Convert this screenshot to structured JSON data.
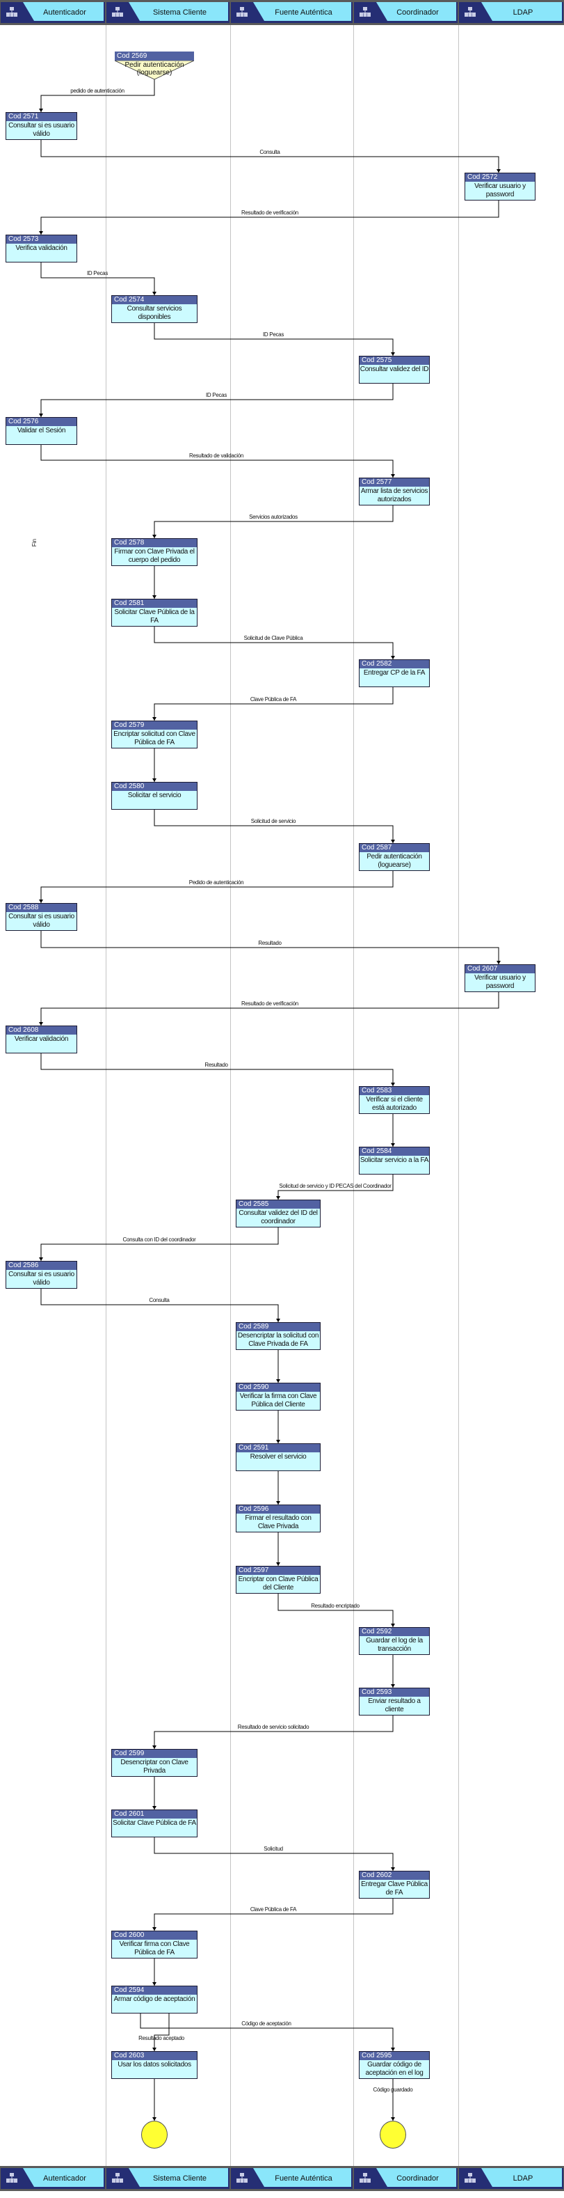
{
  "lanes": [
    "Autenticador",
    "Sistema Cliente",
    "Fuente Auténtica",
    "Coordinador",
    "LDAP"
  ],
  "colors": {
    "lane_dark": "#252e74",
    "lane_light": "#8ae6fa",
    "node_header": "#5262a2",
    "node_body": "#ccfbff",
    "start_fill": "#fafac8",
    "end_fill": "#ffff33"
  },
  "stray_label": "Fin",
  "nodes": [
    {
      "code": "Cod 2569",
      "text": "Pedir autenticación (loguearse)",
      "type": "start"
    },
    {
      "code": "Cod 2571",
      "text": "Consultar si es usuario válido"
    },
    {
      "code": "Cod 2572",
      "text": "Verificar usuario y password"
    },
    {
      "code": "Cod 2573",
      "text": "Verifica validación"
    },
    {
      "code": "Cod 2574",
      "text": "Consultar servicios disponibles"
    },
    {
      "code": "Cod 2575",
      "text": "Consultar validez del ID"
    },
    {
      "code": "Cod 2576",
      "text": "Validar el Sesión"
    },
    {
      "code": "Cod 2577",
      "text": "Armar lista de servicios autorizados"
    },
    {
      "code": "Cod 2578",
      "text": "Firmar con Clave Privada el cuerpo del pedido"
    },
    {
      "code": "Cod 2581",
      "text": "Solicitar Clave Pública de la FA"
    },
    {
      "code": "Cod 2582",
      "text": "Entregar CP de la FA"
    },
    {
      "code": "Cod 2579",
      "text": "Encriptar solicitud con Clave Pública de FA"
    },
    {
      "code": "Cod 2580",
      "text": "Solicitar el servicio"
    },
    {
      "code": "Cod 2587",
      "text": "Pedir autenticación (loguearse)"
    },
    {
      "code": "Cod 2588",
      "text": "Consultar si es usuario válido"
    },
    {
      "code": "Cod 2607",
      "text": "Verificar usuario y password"
    },
    {
      "code": "Cod 2608",
      "text": "Verificar validación"
    },
    {
      "code": "Cod 2583",
      "text": "Verificar si el cliente está autorizado"
    },
    {
      "code": "Cod 2584",
      "text": "Solicitar servicio a la FA"
    },
    {
      "code": "Cod 2585",
      "text": "Consultar validez del ID del coordinador"
    },
    {
      "code": "Cod 2586",
      "text": "Consultar si es usuario válido"
    },
    {
      "code": "Cod 2589",
      "text": "Desencriptar la solicitud con Clave Privada de FA"
    },
    {
      "code": "Cod 2590",
      "text": "Verificar la firma con Clave Pública del Cliente"
    },
    {
      "code": "Cod 2591",
      "text": "Resolver el servicio"
    },
    {
      "code": "Cod 2596",
      "text": "Firmar el resultado con Clave Privada"
    },
    {
      "code": "Cod 2597",
      "text": "Encriptar con Clave Pública del Cliente"
    },
    {
      "code": "Cod 2592",
      "text": "Guardar el log de la transacción"
    },
    {
      "code": "Cod 2593",
      "text": "Enviar resultado a cliente"
    },
    {
      "code": "Cod 2599",
      "text": "Desencriptar con Clave Privada"
    },
    {
      "code": "Cod 2601",
      "text": "Solicitar Clave Pública de FA"
    },
    {
      "code": "Cod 2602",
      "text": "Entregar Clave Pública de FA"
    },
    {
      "code": "Cod 2600",
      "text": "Verificar firma con Clave Pública de FA"
    },
    {
      "code": "Cod 2594",
      "text": "Armar código de aceptación"
    },
    {
      "code": "Cod 2603",
      "text": "Usar los datos solicitados"
    },
    {
      "code": "Cod 2595",
      "text": "Guardar código de aceptación en el log"
    }
  ],
  "edge_labels": [
    "pedido de autenticación",
    "Consulta",
    "Resultado de verificación",
    "ID Pecas",
    "ID Pecas",
    "ID Pecas",
    "Resultado de validación",
    "Servicios autorizados",
    "Solicitud de Clave Pública",
    "Clave Pública de FA",
    "Solicitud de servicio",
    "Pedido de autenticación",
    "Resultado",
    "Resultado de verificación",
    "Resultado",
    "Solicitud de servicio y ID PECAS del Coordinador",
    "Consulta con ID del coordinador",
    "Consulta",
    "Resultado encriptado",
    "Resultado de servicio solicitado",
    "Solicitud",
    "Clave Pública de FA",
    "Código de aceptación",
    "Resultado aceptado",
    "Código guardado"
  ]
}
